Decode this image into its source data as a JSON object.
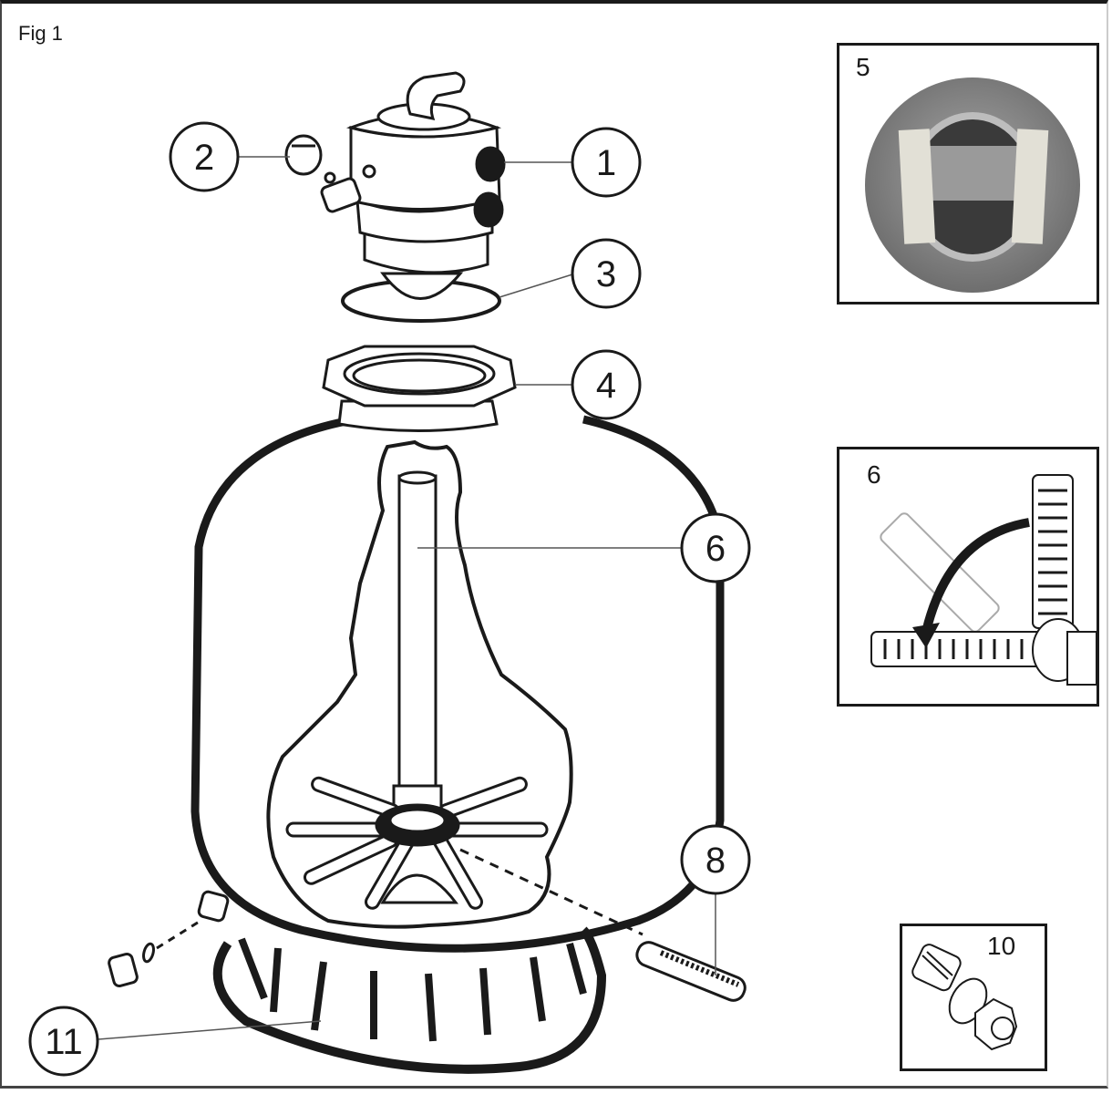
{
  "figure": {
    "title": "Fig 1"
  },
  "callouts": [
    {
      "id": "1",
      "label": "1",
      "part": "multiport-valve"
    },
    {
      "id": "2",
      "label": "2",
      "part": "pressure-gauge"
    },
    {
      "id": "3",
      "label": "3",
      "part": "o-ring-gasket"
    },
    {
      "id": "4",
      "label": "4",
      "part": "tank-flange-nut"
    },
    {
      "id": "6",
      "label": "6",
      "part": "central-pipe-with-laterals"
    },
    {
      "id": "8",
      "label": "8",
      "part": "lateral"
    },
    {
      "id": "11",
      "label": "11",
      "part": "tank-base"
    }
  ],
  "insets": [
    {
      "id": "5",
      "label": "5",
      "depicts": "tank opening with protective cover"
    },
    {
      "id": "6",
      "label": "6",
      "depicts": "lateral rotated down into position"
    },
    {
      "id": "10",
      "label": "10",
      "depicts": "drain plug assembly"
    }
  ],
  "colors": {
    "ink": "#1a1a1a",
    "leader": "#555555",
    "inset_photo_gray": "#8a8a8a"
  }
}
